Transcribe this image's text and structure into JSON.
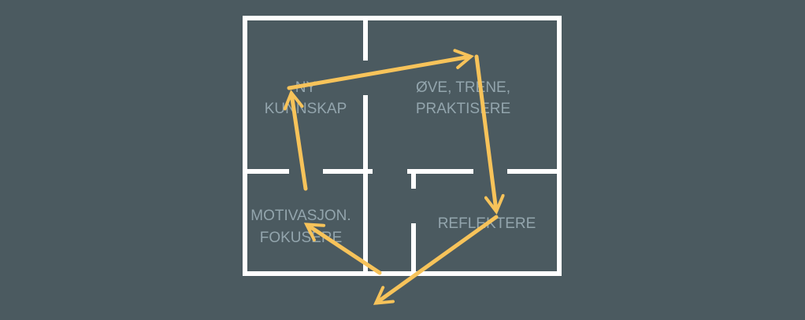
{
  "colors": {
    "background": "#4b5a60",
    "walls": "#ffffff",
    "label_text": "#93a5ad",
    "arrow": "#f7c35a"
  },
  "rooms": {
    "ny_kunnskap": {
      "line1": "NY",
      "line2": "KUNNSKAP"
    },
    "ove_trene": {
      "line1": "ØVE, TRENE,",
      "line2": "PRAKTISERE"
    },
    "motivasjon": {
      "line1": "MOTIVASJON.",
      "line2": "FOKUSERE"
    },
    "reflektere": {
      "line1": "REFLEKTERE"
    }
  },
  "cycle_arrows": [
    {
      "from": "motivasjon",
      "to": "ny_kunnskap"
    },
    {
      "from": "ny_kunnskap",
      "to": "ove_trene"
    },
    {
      "from": "ove_trene",
      "to": "reflektere"
    },
    {
      "from": "reflektere",
      "to": "outside-bottom"
    },
    {
      "from": "outside-bottom",
      "to": "motivasjon"
    }
  ]
}
